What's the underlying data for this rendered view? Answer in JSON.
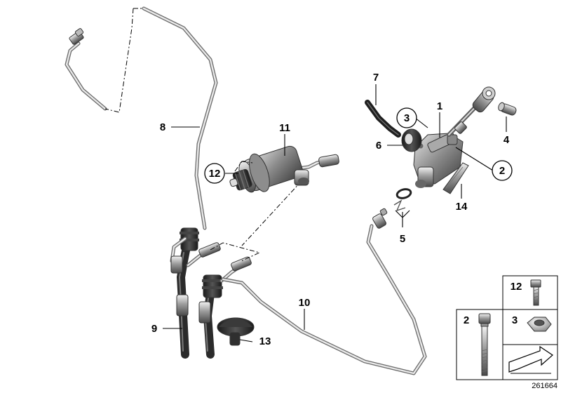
{
  "diagram": {
    "part_labels": {
      "p1": "1",
      "p2": "2",
      "p3": "3",
      "p4": "4",
      "p5": "5",
      "p6": "6",
      "p7": "7",
      "p8": "8",
      "p9": "9",
      "p10": "10",
      "p11": "11",
      "p12": "12",
      "p13": "13",
      "p14": "14"
    },
    "legend": {
      "cell_12": "12",
      "cell_2": "2",
      "cell_3": "3"
    },
    "image_number": "261664"
  }
}
